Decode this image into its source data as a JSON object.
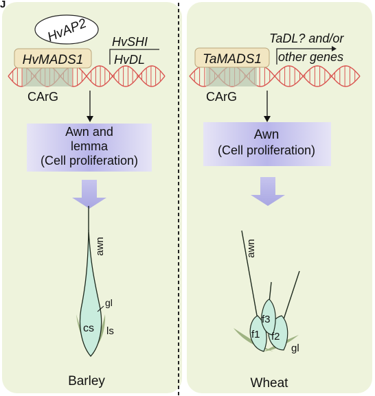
{
  "panel_label": "J",
  "colors": {
    "panel_bg": "#eef3dc",
    "dna_red": "#d9534f",
    "carg_fill": "#b8c6b0",
    "protein_box": "#f2e6c2",
    "process_box": "#c9c6ee",
    "big_arrow": "#b9b8e6",
    "spike_green": "#c9ecdd",
    "glume_green": "#9fb383"
  },
  "left": {
    "protein_top": "HvAP2",
    "protein_main": "HvMADS1",
    "target_gene_1": "HvSHI",
    "target_gene_2": "HvDL",
    "motif": "CArG",
    "process_lines": [
      "Awn and",
      "lemma",
      "(Cell proliferation)"
    ],
    "spike_labels": {
      "awn": "awn",
      "gl": "gl",
      "cs": "cs",
      "ls": "ls"
    },
    "species": "Barley"
  },
  "right": {
    "protein_main": "TaMADS1",
    "target_line_1": "TaDL? and/or",
    "target_line_2": "other genes",
    "motif": "CArG",
    "process_lines": [
      "Awn",
      "(Cell proliferation)"
    ],
    "spike_labels": {
      "awn": "awn",
      "f1": "f1",
      "f2": "f2",
      "f3": "f3",
      "gl": "gl"
    },
    "species": "Wheat"
  }
}
